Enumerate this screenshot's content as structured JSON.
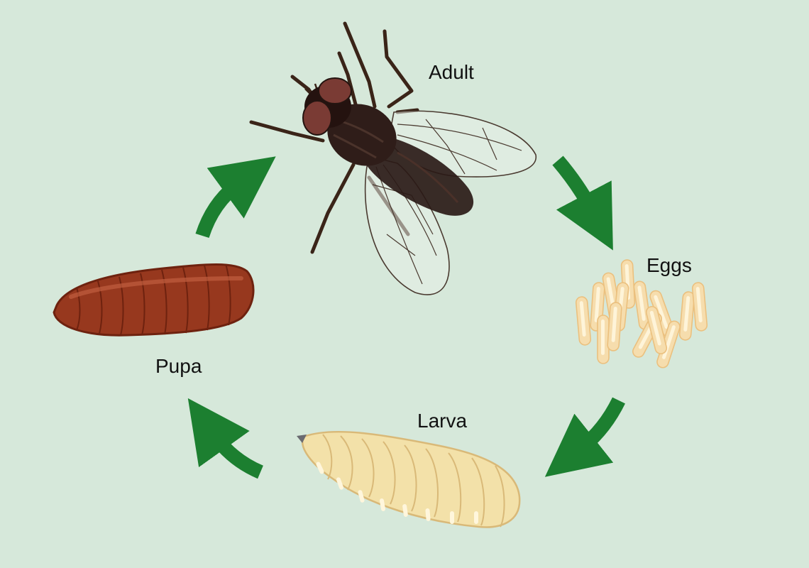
{
  "stages": {
    "adult": "Adult",
    "eggs": "Eggs",
    "larva": "Larva",
    "pupa": "Pupa"
  },
  "colors": {
    "background": "#d6e8da",
    "arrow": "#1c7f30",
    "fly_body": "#2a1a17",
    "fly_eye": "#7a3b34",
    "egg": "#f6ddad",
    "larva": "#f3e1a9",
    "pupa": "#97381e"
  },
  "icons": {
    "adult": "house-fly-icon",
    "eggs": "egg-cluster-icon",
    "larva": "larva-icon",
    "pupa": "pupa-icon",
    "arrows": "cycle-arrow-icon"
  }
}
